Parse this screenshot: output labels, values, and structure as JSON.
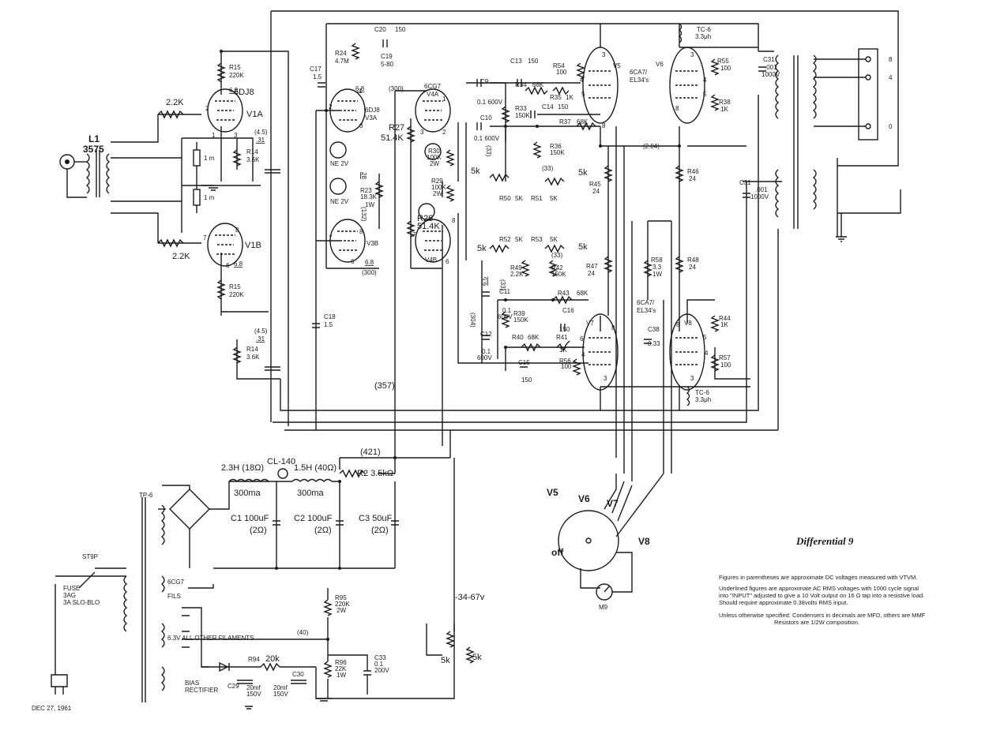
{
  "title": "Differential 9",
  "date": "DEC 27, 1961",
  "notes": [
    "Figures in parentheses are approximate DC voltages measured with VTVM.",
    "Underlined figures are approximate AC RMS voltages with 1000 cycle signal",
    "into \"INPUT\" adjusted to give a 10 Volt output on 16 Ω tap into a resistive load.",
    "Should require approximate 0.38volts RMS input.",
    "Unless otherwise specified: Condensers in decimals are MFD, others are MMF",
    "Resistors are 1/2W composition."
  ],
  "input": {
    "transformer": "L1",
    "part": "3575",
    "r_top": "1 m",
    "r_bot": "1 m"
  },
  "tubes": {
    "v1a": {
      "type": "6DJ8",
      "name": "V1A"
    },
    "v1b": {
      "name": "V1B"
    },
    "v3a": {
      "type": "6DJ8",
      "name": "V3A"
    },
    "v3b": {
      "name": "V3B"
    },
    "v4a": {
      "type": "6CG7",
      "name": "V4A"
    },
    "v4b": {
      "name": "V4B"
    },
    "v5": {
      "name": "V5"
    },
    "v6": {
      "name": "V6",
      "type": "6CA7/",
      "type2": "EL34's"
    },
    "v7": {
      "name": "V7"
    },
    "v8": {
      "name": "V8",
      "type": "6CA7/",
      "type2": "EL34's"
    }
  },
  "components": {
    "r_in_top": "2.2K",
    "r_in_bot": "2.2K",
    "r15a": "R15",
    "r15a_v": "220K",
    "r15b": "R15",
    "r15b_v": "220K",
    "r14a": "R14",
    "r14a_v": "3.6K",
    "r14b": "R14",
    "r14b_v": "3.6K",
    "c17": "C17",
    "c17_v": "1.5",
    "c18": "C18",
    "c18_v": "1.5",
    "r24": "R24",
    "r24_v": "4.7M",
    "c19": "C19",
    "c19_v": "5-80",
    "c20": "C20",
    "c20_v": "150",
    "ne_a": "NE 2V",
    "ne_b": "NE 2V",
    "r23": "R23",
    "r23_v": "18.3K",
    "r23_w": "1W",
    "r27": "R27",
    "r27_v": "51.4K",
    "r26": "R26",
    "r26_v": "51.4K",
    "r30": "R30",
    "r30_v": "100K",
    "r30_w": "2W",
    "r29": "R29",
    "r29_v": "100K",
    "r29_w": "2W",
    "c9": "C9",
    "c9_v": "0.1 600V",
    "c10": "C10",
    "c10_v": "0.1 600V",
    "c11": "C11",
    "c11_v": "0.1",
    "c11_w": "600V",
    "c12": "C12",
    "c12_v": "0.1",
    "c12_w": "600V",
    "c13": "C13",
    "c13_v": "150",
    "c14": "C14",
    "c14_v": "150",
    "c15": "C15",
    "c15_v": "150",
    "c16": "C16",
    "c16_v": "150",
    "r34": "R34",
    "r34_v": "68K",
    "r35": "R35",
    "r35_v": "1K",
    "r33": "R33",
    "r33_v": "150K",
    "r37": "R37",
    "r37_v": "68K",
    "r36": "R36",
    "r36_v": "150K",
    "r50": "R50",
    "r50_v": "5K",
    "r51": "R51",
    "r51_v": "5K",
    "r52": "R52",
    "r52_v": "5K",
    "r53": "R53",
    "r53_v": "5K",
    "p5k_a": "5k",
    "p5k_b": "5k",
    "p5k_c": "5k",
    "p5k_d": "5k",
    "r49": "R49",
    "r49_v": "2.2K",
    "r42": "R42",
    "r42_v": "150K",
    "r43": "R43",
    "r43_v": "68K",
    "r39": "R39",
    "r39_v": "150K",
    "r40": "R40",
    "r40_v": "68K",
    "r41": "R41",
    "r41_v": "1K",
    "r54": "R54",
    "r54_v": "100",
    "r55": "R55",
    "r55_v": "100",
    "r56": "R56",
    "r56_v": "100",
    "r57": "R57",
    "r57_v": "100",
    "r38": "R38",
    "r38_v": "1K",
    "r44": "R44",
    "r44_v": "1K",
    "r45": "R45",
    "r45_v": "24",
    "r46": "R46",
    "r46_v": "24",
    "r47": "R47",
    "r47_v": "24",
    "r48": "R48",
    "r48_v": "24",
    "r58": "R58",
    "r58_v": "3.3",
    "r58_w": "1W",
    "c38": "C38",
    "c38_v": "0.33",
    "c31a": "C31",
    "c31a_v": ".001",
    "c31a_w": "1000V",
    "c31b": "C31",
    "c31b_v": ".001",
    "c31b_w": "1000V",
    "tc6a": "TC-6",
    "tc6a_v": "3.3μh",
    "tc6b": "TC-6",
    "tc6b_v": "3.3μh",
    "m9": "M9"
  },
  "voltages": {
    "v68a": "6.8",
    "v68b": "6.8",
    "v68c": "6.8",
    "v68d": "6.8",
    "v45a": "(4.5)",
    "v31a": ".31",
    "v45b": "(4.5)",
    "v31b": ".31",
    "v300a": "(300)",
    "v300b": "(300)",
    "v28": "28",
    "v132": "(132)",
    "v33a": "(33)",
    "v33b": "(33)",
    "v33c": "(33)",
    "v33d": "(33)",
    "v204": "(2.04)",
    "v65": "6.5",
    "v304": "(304)",
    "v357": "(357)",
    "v421": "(421)",
    "v40": "(40)",
    "vneg": "-34-67v"
  },
  "output": {
    "taps": [
      "8",
      "4",
      "0"
    ]
  },
  "supply": {
    "tp6": "TP-6",
    "l1": "2.3H (18Ω)",
    "l1_i": "300ma",
    "choke": "CL-140",
    "l2": "1.5H (40Ω)",
    "l2_i": "300ma",
    "r2": "R2 3.5kΩ",
    "c1": "C1 100uF",
    "c1_r": "(2Ω)",
    "c2": "C2 100uF",
    "c2_r": "(2Ω)",
    "c3": "C3 50uF",
    "c3_r": "(2Ω)",
    "st9p": "ST9P",
    "fuse": "FUSE",
    "fuse2": "3AG",
    "fuse3": "3A SLO-BLO",
    "cg7": "6CG7",
    "fils": "FILS",
    "filaments": "6.3V ALL OTHER FILAMENTS",
    "r95": "R95",
    "r95_v": "220K",
    "r95_w": "2W",
    "r96": "R96",
    "r96_v": "22K",
    "r96_w": "1W",
    "c33": "C33",
    "c33_v": "0.1",
    "c33_w": "200V",
    "r94": "R94",
    "r94_v": "20k",
    "bias": "BIAS",
    "rect": "RECTIFIER",
    "c29": "C29",
    "c29_v": "20mf",
    "c29_w": "150V",
    "c30": "C30",
    "c30_v": "20mf",
    "c30_w": "150V",
    "pot_a": "5k",
    "pot_b": "5k"
  },
  "meter_switch": {
    "labels": [
      "V5",
      "V6",
      "V7",
      "V8"
    ],
    "off": "off"
  }
}
